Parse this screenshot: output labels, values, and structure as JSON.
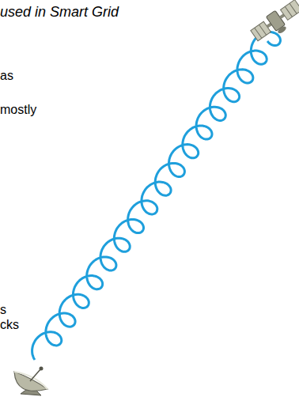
{
  "diagram": {
    "title": "used in Smart Grid",
    "labels": [
      "as",
      "mostly",
      "s",
      "cks"
    ]
  }
}
